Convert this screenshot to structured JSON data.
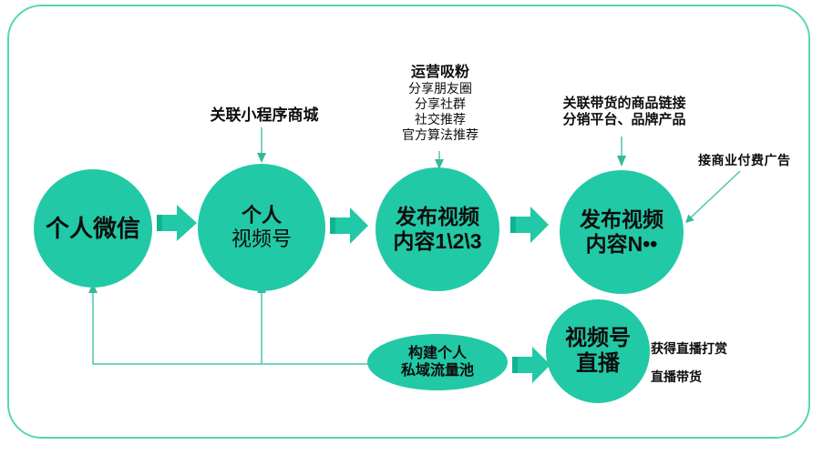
{
  "colors": {
    "node_fill": "#22c9a6",
    "arrow_fill": "#22c9a6",
    "arrow_bevel": "#0fae8c",
    "connector_line": "#4ac5a9",
    "frame_border": "#57d6b8",
    "text": "#0d0d0d"
  },
  "nodes": [
    {
      "id": "personal-wechat",
      "lines": [
        "个人微信"
      ]
    },
    {
      "id": "personal-video-account",
      "lines": [
        "个人",
        "视频号"
      ]
    },
    {
      "id": "publish-video-123",
      "lines": [
        "发布视频",
        "内容1\\2\\3"
      ]
    },
    {
      "id": "publish-video-n",
      "lines": [
        "发布视频",
        "内容N••"
      ]
    },
    {
      "id": "video-account-live",
      "lines": [
        "视频号",
        "直播"
      ]
    },
    {
      "id": "private-traffic-pool",
      "lines": [
        "构建个人",
        "私域流量池"
      ]
    }
  ],
  "annotations": {
    "mini_program_mall": "关联小程序商城",
    "fan_ops": {
      "title": "运营吸粉",
      "items": [
        "分享朋友圈",
        "分享社群",
        "社交推荐",
        "官方算法推荐"
      ]
    },
    "goods_link": {
      "line1": "关联带货的商品链接",
      "line2": "分销平台、品牌产品"
    },
    "paid_ads": "接商业付费广告",
    "live_reward": "获得直播打赏",
    "live_commerce": "直播带货"
  }
}
